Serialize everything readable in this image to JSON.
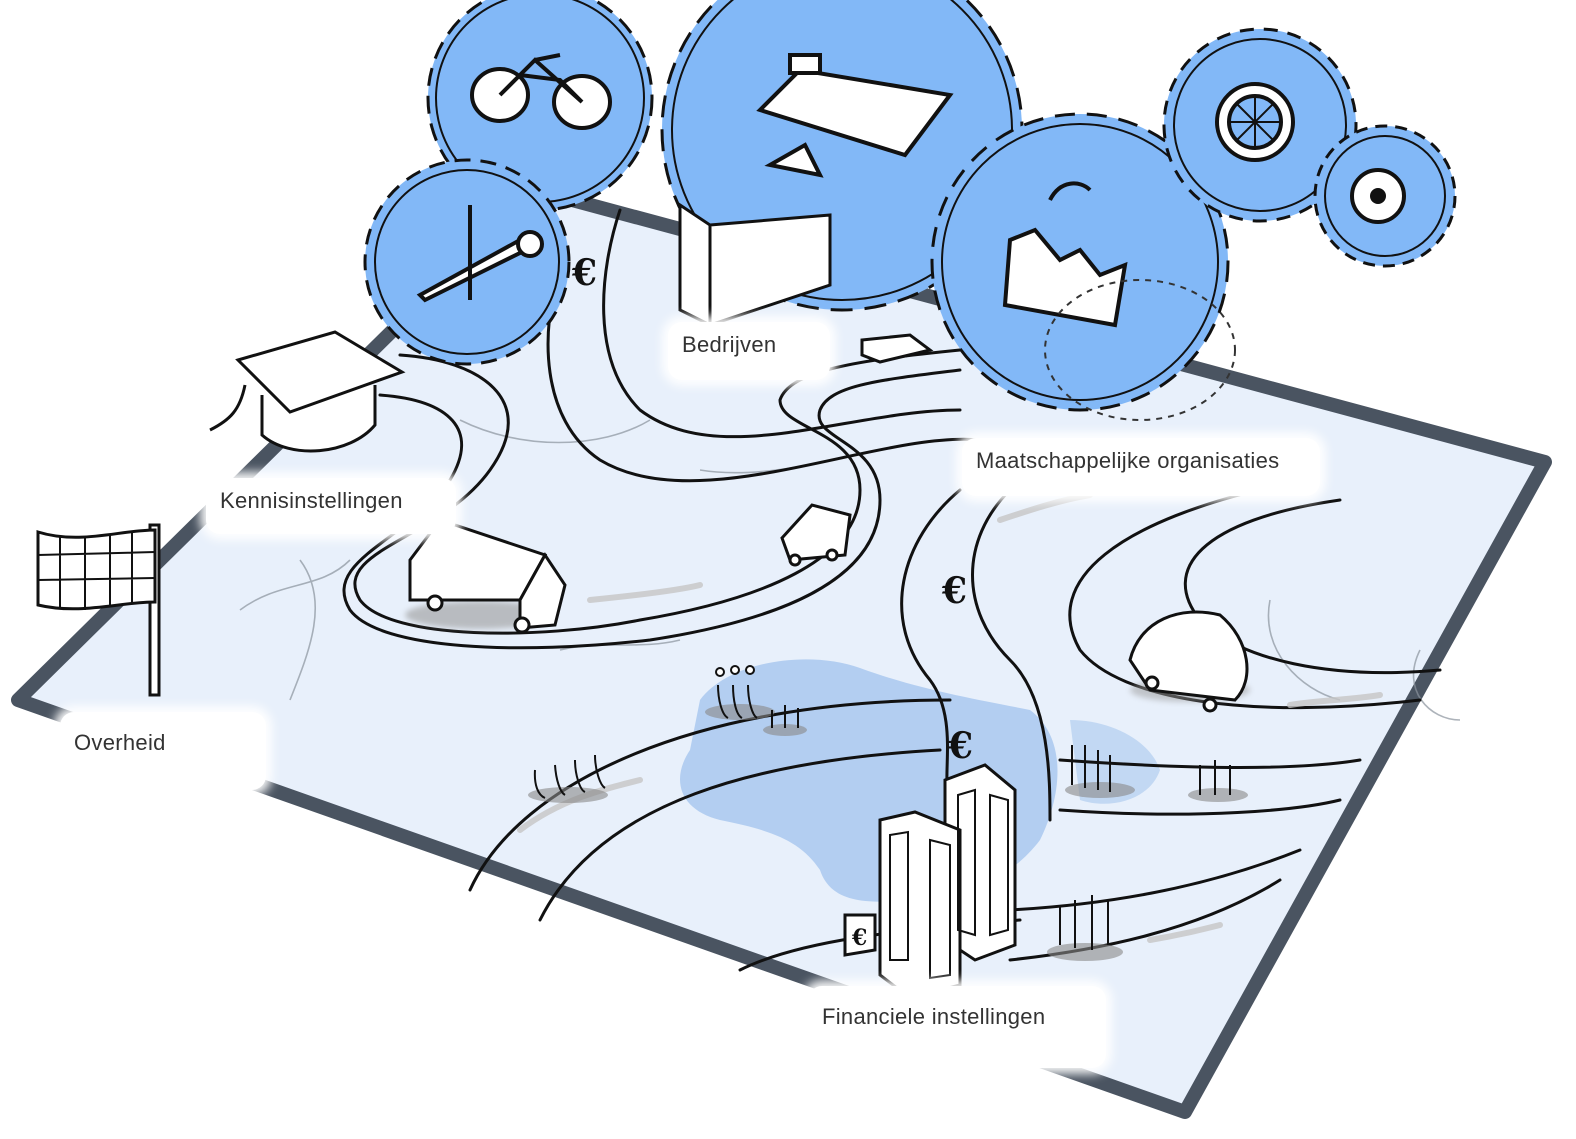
{
  "labels": {
    "bedrijven": "Bedrijven",
    "kennisinstellingen": "Kennisinstellingen",
    "maatschappelijke_organisaties": "Maatschappelijke organisaties",
    "overheid": "Overheid",
    "financiele_instellingen": "Financiele instellingen"
  },
  "symbols": {
    "euro": "€"
  },
  "colors": {
    "gear_fill": "#82b8f7",
    "map_fill": "#e8f0fb",
    "map_border": "#4a5461",
    "water": "#a9c8ef",
    "road_shadow": "#c8c8c8",
    "ink": "#111111"
  },
  "icons": [
    "bicycle-icon",
    "monitor-icon",
    "tools-icon",
    "factory-icon",
    "wheel-icon",
    "gear-small-icon",
    "graduation-cap-icon",
    "flag-icon",
    "truck-icon",
    "van-icon",
    "car-icon",
    "office-building-icon",
    "people-group-icon",
    "euro-icon"
  ]
}
